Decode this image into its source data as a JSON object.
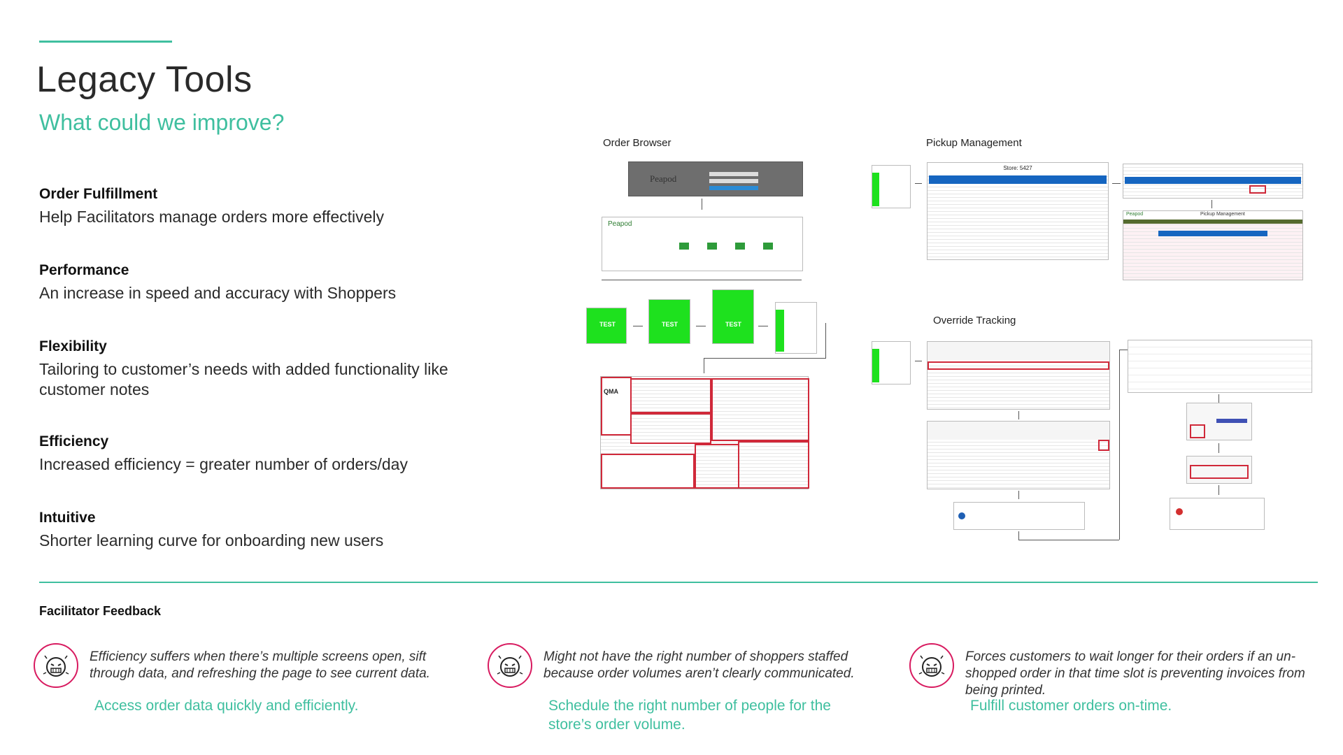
{
  "page": {
    "title": "Legacy Tools",
    "subtitle": "What could we improve?"
  },
  "improvements": [
    {
      "heading": "Order Fulfillment",
      "description": "Help Facilitators manage orders more effectively"
    },
    {
      "heading": "Performance",
      "description": "An increase in speed and accuracy with Shoppers"
    },
    {
      "heading": "Flexibility",
      "description": "Tailoring to customer’s needs with added functionality like customer notes"
    },
    {
      "heading": "Efficiency",
      "description": "Increased efficiency = greater number of orders/day"
    },
    {
      "heading": "Intuitive",
      "description": "Shorter learning curve for onboarding new users"
    }
  ],
  "screens": {
    "order_browser": {
      "label": "Order Browser",
      "logo": "Peapod",
      "tiles": [
        "TEST",
        "TEST",
        "TEST"
      ],
      "qma": "QMA"
    },
    "pickup_management": {
      "label": "Pickup Management",
      "store": "Store: 5427",
      "page_title": "Pickup Management",
      "logo": "Peapod"
    },
    "override_tracking": {
      "label": "Override Tracking"
    }
  },
  "feedback": {
    "title": "Facilitator Feedback",
    "icon": "frustrated-face-icon",
    "accent_color": "#3fbf9f",
    "icon_color": "#d81b60",
    "items": [
      {
        "quote": "Efficiency suffers when there’s multiple screens open, sift through data, and refreshing the page to see current data.",
        "action": "Access order data quickly and efficiently."
      },
      {
        "quote": "Might not have the right number of shoppers staffed because order volumes aren’t clearly communicated.",
        "action": "Schedule the right number of people for the store’s order volume."
      },
      {
        "quote": "Forces customers to wait longer for their orders if an un-shopped order in that time slot is preventing invoices from being printed.",
        "action": "Fulfill customer orders on-time."
      }
    ]
  }
}
